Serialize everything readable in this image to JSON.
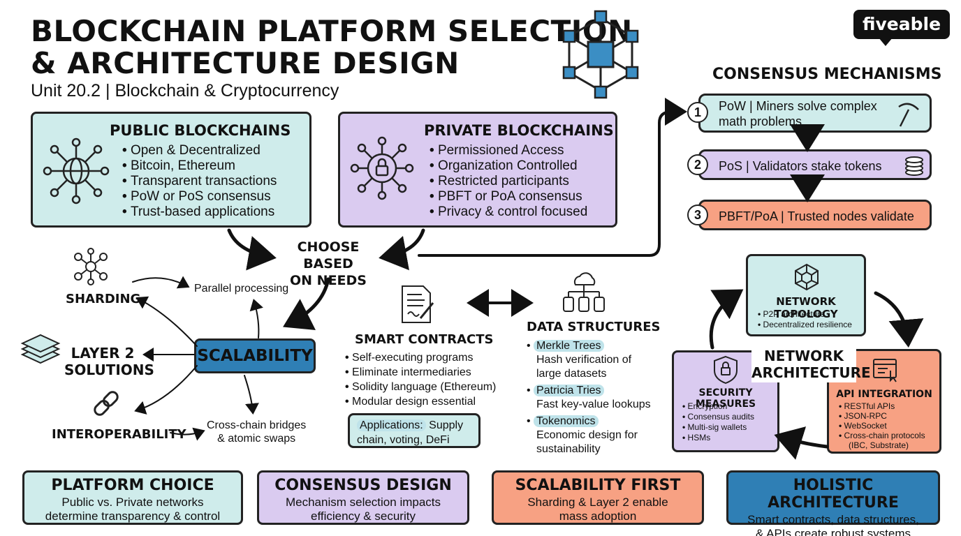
{
  "header": {
    "title_line1": "BLOCKCHAIN PLATFORM SELECTION",
    "title_line2": "& ARCHITECTURE DESIGN",
    "subtitle": "Unit 20.2 | Blockchain & Cryptocurrency",
    "logo_text": "fiveable"
  },
  "public": {
    "title": "PUBLIC BLOCKCHAINS",
    "items": [
      "Open & Decentralized",
      "Bitcoin, Ethereum",
      "Transparent transactions",
      "PoW or PoS consensus",
      "Trust-based applications"
    ]
  },
  "private": {
    "title": "PRIVATE BLOCKCHAINS",
    "items": [
      "Permissioned Access",
      "Organization Controlled",
      "Restricted participants",
      "PBFT or PoA consensus",
      "Privacy & control focused"
    ]
  },
  "choose": {
    "line1": "CHOOSE BASED",
    "line2": "ON NEEDS"
  },
  "consensus": {
    "title": "CONSENSUS MECHANISMS",
    "steps": [
      {
        "num": "1",
        "text_line1": "PoW | Miners solve complex",
        "text_line2": "math problems"
      },
      {
        "num": "2",
        "text": "PoS | Validators stake tokens"
      },
      {
        "num": "3",
        "text": "PBFT/PoA | Trusted nodes validate"
      }
    ]
  },
  "scalability": {
    "center": "SCALABILITY",
    "sharding": "SHARDING",
    "layer2_line1": "LAYER 2",
    "layer2_line2": "SOLUTIONS",
    "interoperability": "INTEROPERABILITY",
    "parallel": "Parallel processing",
    "bridges_line1": "Cross-chain bridges",
    "bridges_line2": "& atomic swaps"
  },
  "smart_contracts": {
    "title": "SMART CONTRACTS",
    "items": [
      "Self-executing programs",
      "Eliminate intermediaries",
      "Solidity language (Ethereum)",
      "Modular design essential"
    ],
    "apps_label": "Applications:",
    "apps_text1": "Supply",
    "apps_text2": "chain, voting, DeFi"
  },
  "data_structures": {
    "title": "DATA STRUCTURES",
    "items": [
      {
        "name": "Merkle Trees",
        "desc1": "Hash verification of",
        "desc2": "large datasets"
      },
      {
        "name": "Patricia Tries",
        "desc1": "Fast key-value lookups",
        "desc2": ""
      },
      {
        "name": "Tokenomics",
        "desc1": "Economic design for",
        "desc2": "sustainability"
      }
    ]
  },
  "network": {
    "center_line1": "NETWORK",
    "center_line2": "ARCHITECTURE",
    "topology": {
      "title": "NETWORK TOPOLOGY",
      "items": [
        "P2P architecture",
        "Decentralized resilience"
      ]
    },
    "security": {
      "title": "SECURITY MEASURES",
      "items": [
        "Encryption",
        "Consensus audits",
        "Multi-sig wallets",
        "HSMs"
      ]
    },
    "api": {
      "title": "API INTEGRATION",
      "items": [
        "RESTful APIs",
        "JSON-RPC",
        "WebSocket",
        "Cross-chain protocols"
      ],
      "extra": "(IBC, Substrate)"
    }
  },
  "bottom": [
    {
      "title": "PLATFORM CHOICE",
      "line1": "Public vs. Private networks",
      "line2": "determine transparency & control"
    },
    {
      "title": "CONSENSUS DESIGN",
      "line1": "Mechanism selection impacts",
      "line2": "efficiency & security"
    },
    {
      "title": "SCALABILITY FIRST",
      "line1": "Sharding & Layer 2 enable",
      "line2": "mass adoption"
    },
    {
      "title": "HOLISTIC ARCHITECTURE",
      "line1": "Smart contracts, data structures,",
      "line2": "& APIs create robust systems"
    }
  ],
  "colors": {
    "teal": "#cfeceb",
    "purple": "#dacbf0",
    "salmon": "#f7a183",
    "blue": "#2f7fb5",
    "highlight": "#bfe3ea"
  },
  "icons": [
    "cube-network-icon",
    "network-globe-icon",
    "network-lock-icon",
    "pickaxe-icon",
    "coin-stack-icon",
    "sharding-network-icon",
    "layers-icon",
    "chain-link-icon",
    "document-pen-icon",
    "database-cloud-icon",
    "cube-node-icon",
    "shield-lock-icon",
    "api-window-icon"
  ]
}
